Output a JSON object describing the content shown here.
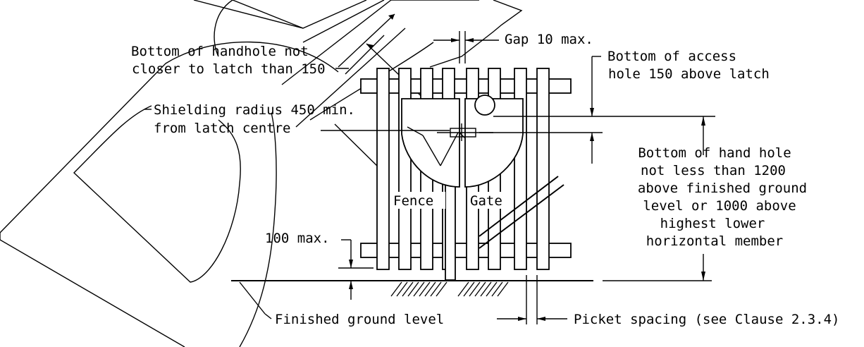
{
  "labels": {
    "gap": "Gap 10 max.",
    "handhole_1": "Bottom of handhole not",
    "handhole_2": "closer to latch than 150",
    "access_1": "Bottom of access",
    "access_2": "hole 150 above latch",
    "shield_1": "Shielding radius 450 min.",
    "shield_2": "from latch centre",
    "height_1": "Bottom of hand hole",
    "height_2": "not less than 1200",
    "height_3": "above finished ground",
    "height_4": "level or 1000 above",
    "height_5": "highest lower",
    "height_6": "horizontal member",
    "fence": "Fence",
    "gate": "Gate",
    "hundred_max": "100 max.",
    "ground": "Finished ground level",
    "picket": "Picket spacing (see Clause 2.3.4)"
  }
}
